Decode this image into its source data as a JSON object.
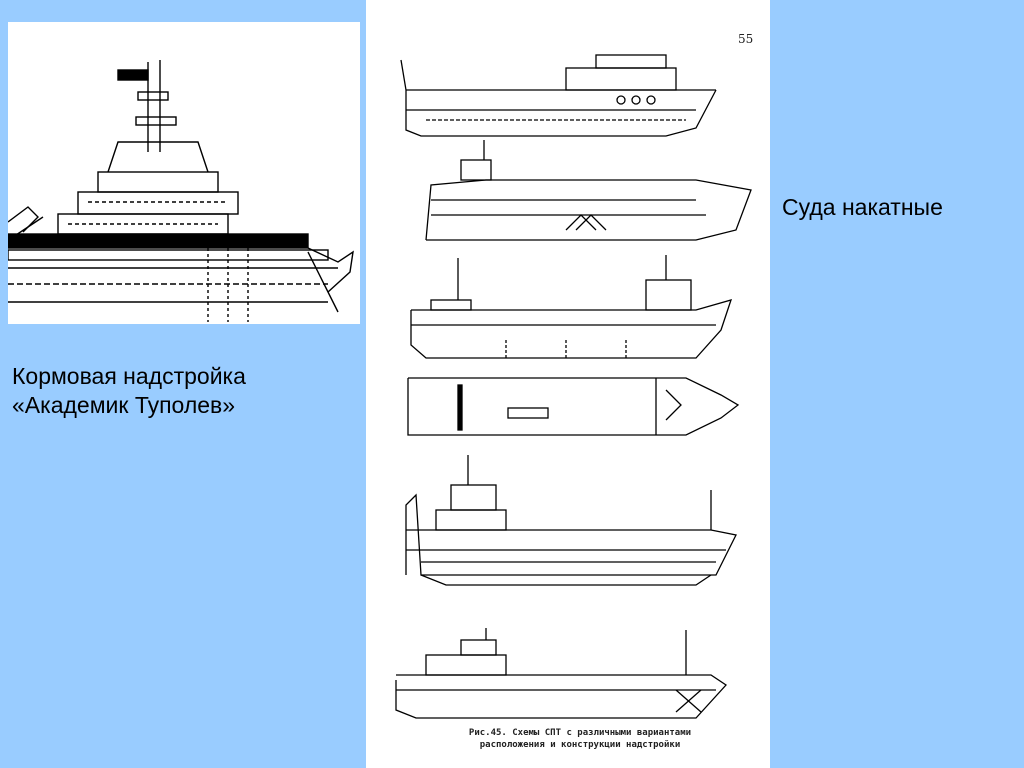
{
  "left_caption": {
    "line1": "Кормовая надстройка",
    "line2": "«Академик Туполев»"
  },
  "right_caption": "Суда накатные",
  "drawing": {
    "page_number": "55",
    "figure_caption_line1": "Рис.45. Схемы СПТ с различными вариантами",
    "figure_caption_line2": "расположения и конструкции надстройки"
  },
  "colors": {
    "background": "#99ccff",
    "panel": "#ffffff",
    "ink": "#000000"
  }
}
